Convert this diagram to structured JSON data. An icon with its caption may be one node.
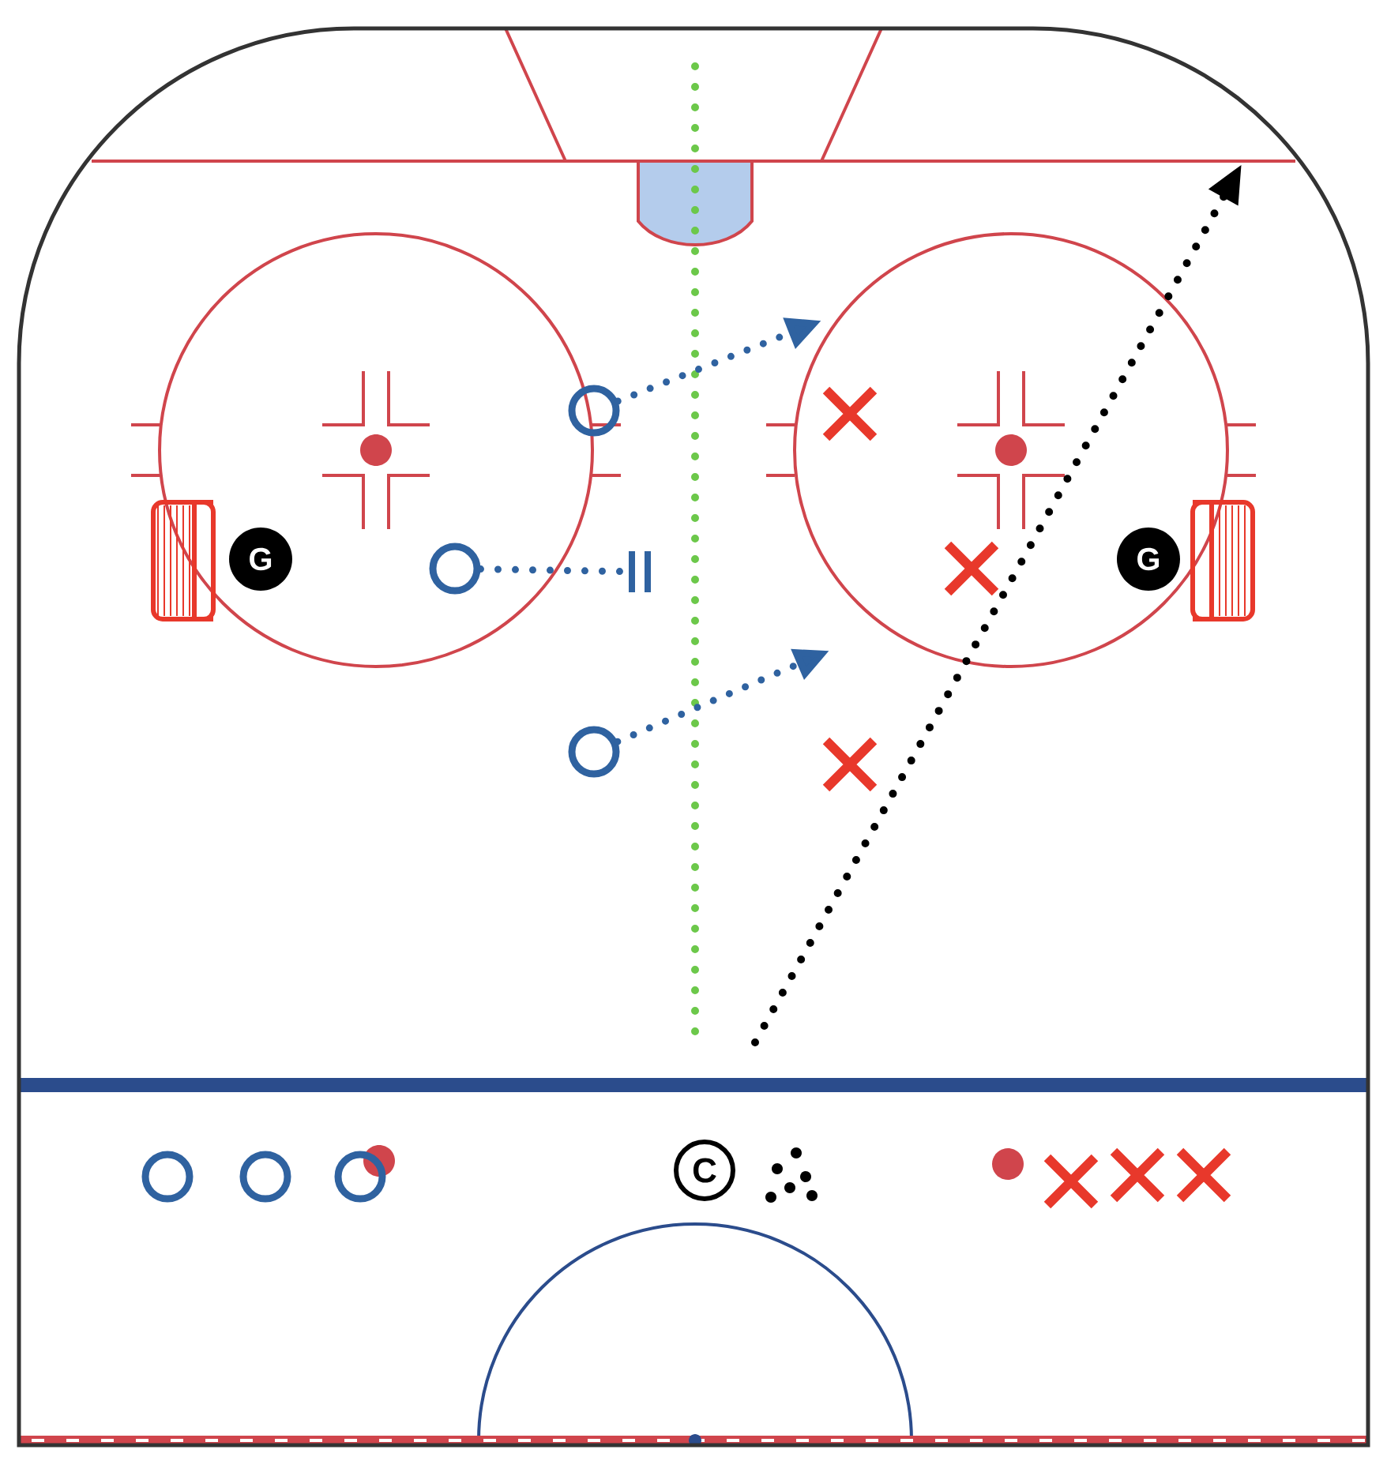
{
  "diagram": {
    "nodes": [
      {
        "text": [],
        "shape": "circle"
      },
      {
        "text": [],
        "shape": "cross"
      },
      {
        "text": [],
        "shape": "circle"
      },
      {
        "text": [
          "G"
        ]
      },
      {
        "text": [],
        "shape": "cross"
      },
      {
        "text": [
          "G"
        ]
      },
      {
        "text": [],
        "shape": "circle"
      },
      {
        "text": [],
        "shape": "cross"
      },
      {
        "text": [],
        "shape": "circle"
      },
      {
        "text": [],
        "shape": "circle"
      },
      {
        "text": [],
        "shape": "circle"
      },
      {
        "text": [
          "C"
        ]
      },
      {
        "text": [],
        "shape": "cross"
      },
      {
        "text": [],
        "shape": "cross"
      },
      {
        "text": [],
        "shape": "cross"
      },
      {
        "text": [],
        "shape": "bar"
      }
    ],
    "edges": [
      {
        "from": 0,
        "to": null,
        "arrow": "to"
      },
      {
        "from": 2,
        "to": 15,
        "arrow": "none"
      },
      {
        "from": 6,
        "to": null,
        "arrow": "to"
      }
    ]
  }
}
